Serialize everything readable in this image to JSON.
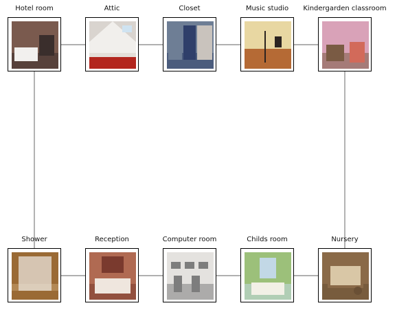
{
  "nodes": [
    {
      "id": "hotel",
      "label": "Hotel room",
      "icon": "hotel-room-photo",
      "colors": [
        "#7a5a4e",
        "#f2f0ee",
        "#3a2e2c"
      ]
    },
    {
      "id": "attic",
      "label": "Attic",
      "icon": "attic-photo",
      "colors": [
        "#f1efec",
        "#b3261e",
        "#d8d2cb"
      ]
    },
    {
      "id": "closet",
      "label": "Closet",
      "icon": "closet-photo",
      "colors": [
        "#6e7e95",
        "#c9c3bd",
        "#2f3f6a"
      ]
    },
    {
      "id": "music",
      "label": "Music studio",
      "icon": "music-studio-photo",
      "colors": [
        "#e8d7a2",
        "#b56a35",
        "#2b2320"
      ]
    },
    {
      "id": "kindergarden",
      "label": "Kindergarden classroom",
      "icon": "kindergarden-classroom-photo",
      "colors": [
        "#d9a2b8",
        "#e6dfd4",
        "#7a5b44"
      ]
    },
    {
      "id": "shower",
      "label": "Shower",
      "icon": "shower-photo",
      "colors": [
        "#9a6a35",
        "#e9e4dc",
        "#c8a070"
      ]
    },
    {
      "id": "reception",
      "label": "Reception",
      "icon": "reception-photo",
      "colors": [
        "#b06a52",
        "#efe6de",
        "#7a3a2e"
      ]
    },
    {
      "id": "computer",
      "label": "Computer room",
      "icon": "computer-room-photo",
      "colors": [
        "#e4e2df",
        "#2a2a2a",
        "#7d7d7d"
      ]
    },
    {
      "id": "childs",
      "label": "Childs room",
      "icon": "childs-room-photo",
      "colors": [
        "#9cc07a",
        "#f2f0e6",
        "#c2d8e6"
      ]
    },
    {
      "id": "nursery",
      "label": "Nursery",
      "icon": "nursery-photo",
      "colors": [
        "#8a6a48",
        "#d9c7a6",
        "#6a5035"
      ]
    }
  ],
  "edges": [
    [
      "hotel",
      "attic"
    ],
    [
      "attic",
      "closet"
    ],
    [
      "closet",
      "music"
    ],
    [
      "music",
      "kindergarden"
    ],
    [
      "shower",
      "reception"
    ],
    [
      "reception",
      "computer"
    ],
    [
      "computer",
      "childs"
    ],
    [
      "childs",
      "nursery"
    ],
    [
      "hotel",
      "shower"
    ],
    [
      "kindergarden",
      "nursery"
    ]
  ],
  "edge_color": "#808080"
}
